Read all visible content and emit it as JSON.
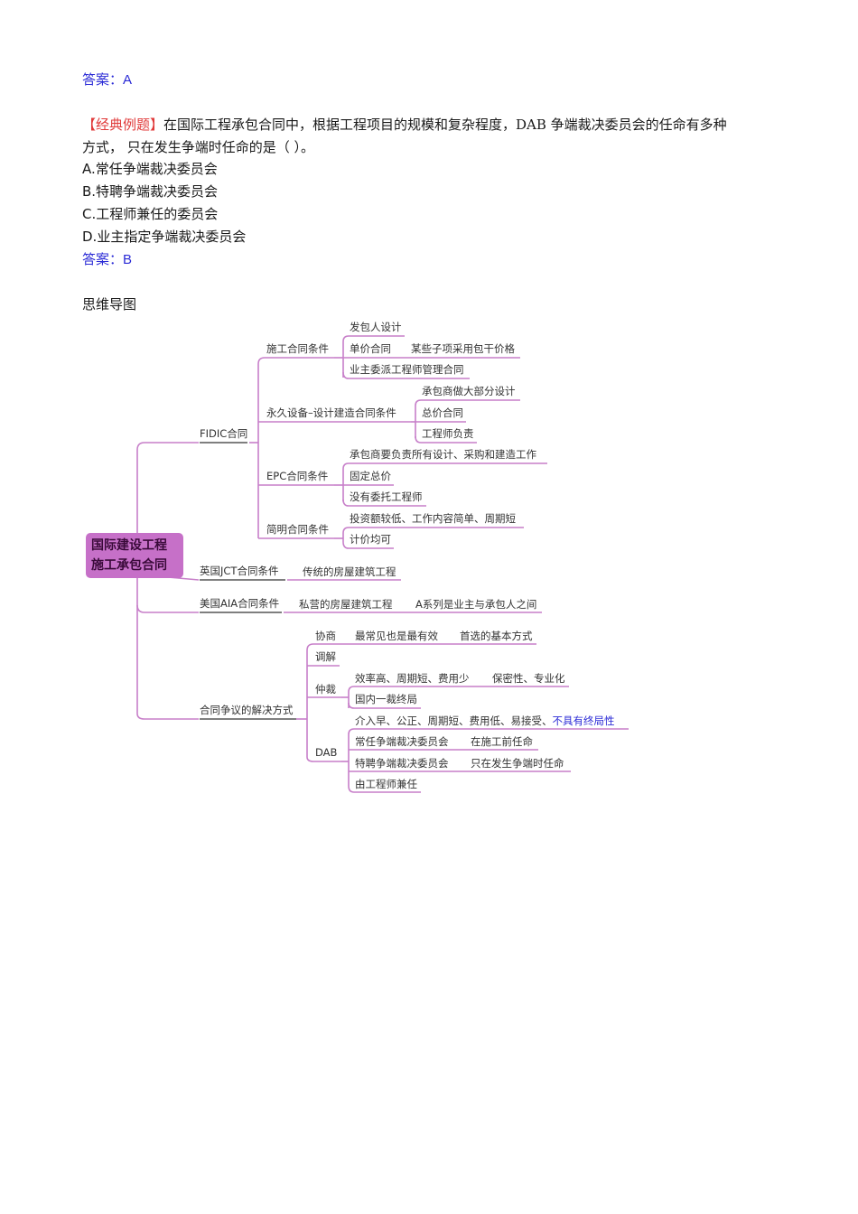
{
  "prev_answer": {
    "label": "答案：",
    "value": "A"
  },
  "question": {
    "tag": "【经典例题】",
    "line1": "在国际工程承包合同中，根据工程项目的规模和复杂程度，DAB 争端裁决委员会的任命有多种",
    "line2": "方式，  只在发生争端时任命的是（    ）。",
    "options": [
      "A.常任争端裁决委员会",
      "B.特聘争端裁决委员会",
      "C.工程师兼任的委员会",
      "D.业主指定争端裁决委员会"
    ],
    "answer_label": "答案：",
    "answer_value": "B"
  },
  "mindmap_title": "思维导图",
  "mindmap": {
    "root": {
      "line1": "国际建设工程",
      "line2": "施工承包合同"
    },
    "line_color": "#c77fc9",
    "root_color": "#c670c8",
    "fidic": {
      "label": "FIDIC合同",
      "construction": {
        "label": "施工合同条件",
        "items": [
          "发包人设计",
          "单价合同",
          "某些子项采用包干价格",
          "业主委派工程师管理合同"
        ]
      },
      "plant_design_build": {
        "label": "永久设备–设计建造合同条件",
        "items": [
          "承包商做大部分设计",
          "总价合同",
          "工程师负责"
        ]
      },
      "epc": {
        "label": "EPC合同条件",
        "items": [
          "承包商要负责所有设计、采购和建造工作",
          "固定总价",
          "没有委托工程师"
        ]
      },
      "short_form": {
        "label": "简明合同条件",
        "items": [
          "投资额较低、工作内容简单、周期短",
          "计价均可"
        ]
      }
    },
    "jct": {
      "label": "英国JCT合同条件",
      "items": [
        "传统的房屋建筑工程"
      ]
    },
    "aia": {
      "label": "美国AIA合同条件",
      "items": [
        "私营的房屋建筑工程",
        "A系列是业主与承包人之间"
      ]
    },
    "dispute": {
      "label": "合同争议的解决方式",
      "negotiation": {
        "label": "协商",
        "items": [
          "最常见也是最有效",
          "首选的基本方式"
        ]
      },
      "mediation": {
        "label": "调解"
      },
      "arbitration": {
        "label": "仲裁",
        "items": [
          "效率高、周期短、费用少",
          "保密性、专业化",
          "国内一裁终局"
        ]
      },
      "dab": {
        "label": "DAB",
        "feature_black": "介入早、公正、周期短、费用低、易接受、",
        "feature_blue": "不具有终局性",
        "items": [
          "常任争端裁决委员会",
          "在施工前任命",
          "特聘争端裁决委员会",
          "只在发生争端时任命",
          "由工程师兼任"
        ]
      }
    }
  }
}
